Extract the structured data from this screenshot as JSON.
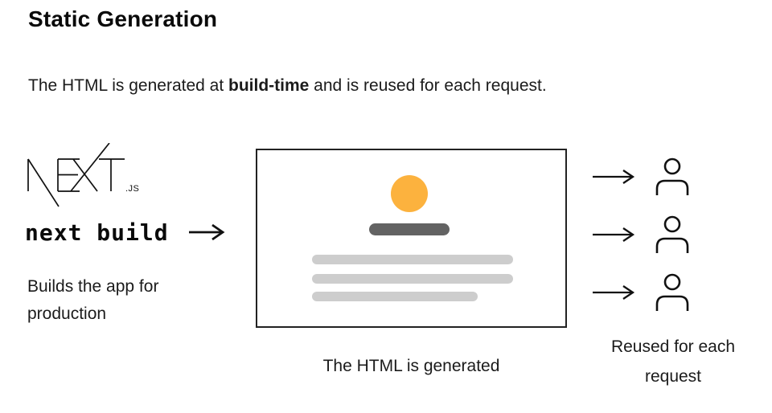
{
  "header": {
    "title": "Static Generation",
    "subtitle_pre": "The HTML is generated at ",
    "subtitle_bold": "build-time",
    "subtitle_post": " and is reused for each request."
  },
  "left_panel": {
    "logo": "NEXT.js",
    "logo_suffix": ".JS",
    "command": "next build",
    "description": "Builds the app for production"
  },
  "page_box": {
    "caption": "The HTML is generated",
    "avatar_color": "#FCB23E",
    "heading_bar_color": "#636363",
    "text_bar_color": "#CDCDCD"
  },
  "requests": {
    "caption": "Reused for each request",
    "count": 3
  }
}
